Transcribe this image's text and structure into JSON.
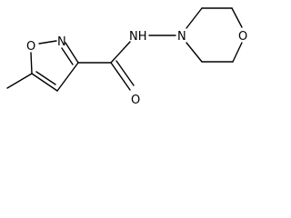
{
  "molecule": {
    "atoms": {
      "ring_oxygen": "O",
      "ring_nitrogen": "N",
      "carbonyl_oxygen": "O",
      "amide_nh": "NH",
      "morpholine_nitrogen": "N",
      "morpholine_oxygen": "O"
    }
  },
  "colors": {
    "bond": "#000000",
    "label": "#000000",
    "background": "#ffffff"
  }
}
